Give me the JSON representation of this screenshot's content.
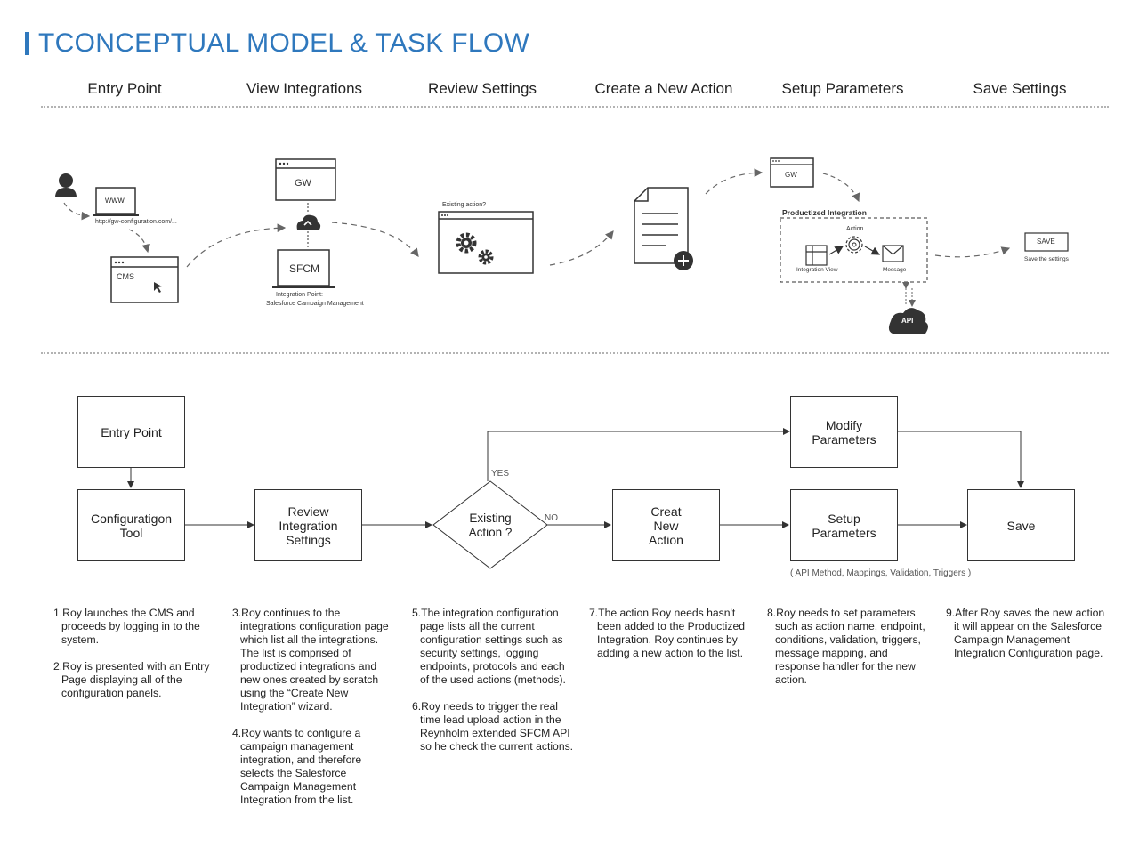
{
  "title": "TCONCEPTUAL MODEL & TASK FLOW",
  "phases": [
    "Entry Point",
    "View Integrations",
    "Review Settings",
    "Create a New Action",
    "Setup Parameters",
    "Save Settings"
  ],
  "illustration": {
    "www": "www.",
    "url": "http://gw-configuration.com/...",
    "cms": "CMS",
    "gw": "GW",
    "sfcm": "SFCM",
    "integration_point_1": "Integration Point:",
    "integration_point_2": "Salesforce Campaign Management",
    "existing_action": "Existing action?",
    "gw_small": "GW",
    "productized": "Productized Integration",
    "action": "Action",
    "integration_view": "Integration View",
    "message": "Message",
    "api": "API",
    "save": "SAVE",
    "save_caption": "Save the settings"
  },
  "flow": {
    "entry": "Entry Point",
    "config": "Configuratigon\nTool",
    "review": "Review\nIntegration\nSettings",
    "decision_1": "Existing",
    "decision_2": "Action ?",
    "yes": "YES",
    "no": "NO",
    "create": "Creat\nNew\nAction",
    "modify": "Modify\nParameters",
    "setup": "Setup\nParameters",
    "save": "Save",
    "setup_note": "( API Method, Mappings, Validation, Triggers )"
  },
  "notes": {
    "n1": "1.Roy launches the CMS and proceeds by logging in to the system.",
    "n2": "2.Roy is presented with an Entry Page displaying all of the configuration panels.",
    "n3": "3.Roy continues to the integrations configuration page which list all the integrations. The list is comprised of productized integrations and new ones created by scratch using the “Create New Integration” wizard.",
    "n4": "4.Roy wants to configure a campaign management integration, and therefore selects the Salesforce Campaign Management Integration from the list.",
    "n5": "5.The integration configuration page lists all the current configuration settings such as security settings, logging endpoints, protocols and each of the used actions (methods).",
    "n6": "6.Roy needs to trigger the real time lead upload action in the Reynholm extended SFCM API so he check the current actions.",
    "n7": "7.The action Roy needs hasn't been added to the Productized Integration. Roy continues by adding a new action to the list.",
    "n8": "8.Roy needs to set parameters such as action name, endpoint, conditions, validation, triggers, message mapping, and response handler for the new action.",
    "n9": "9.After Roy saves the new action it will appear on the Salesforce Campaign Management Integration Configuration page."
  },
  "colors": {
    "accent": "#2f78bd",
    "line": "#333333",
    "cloud": "#333333"
  }
}
